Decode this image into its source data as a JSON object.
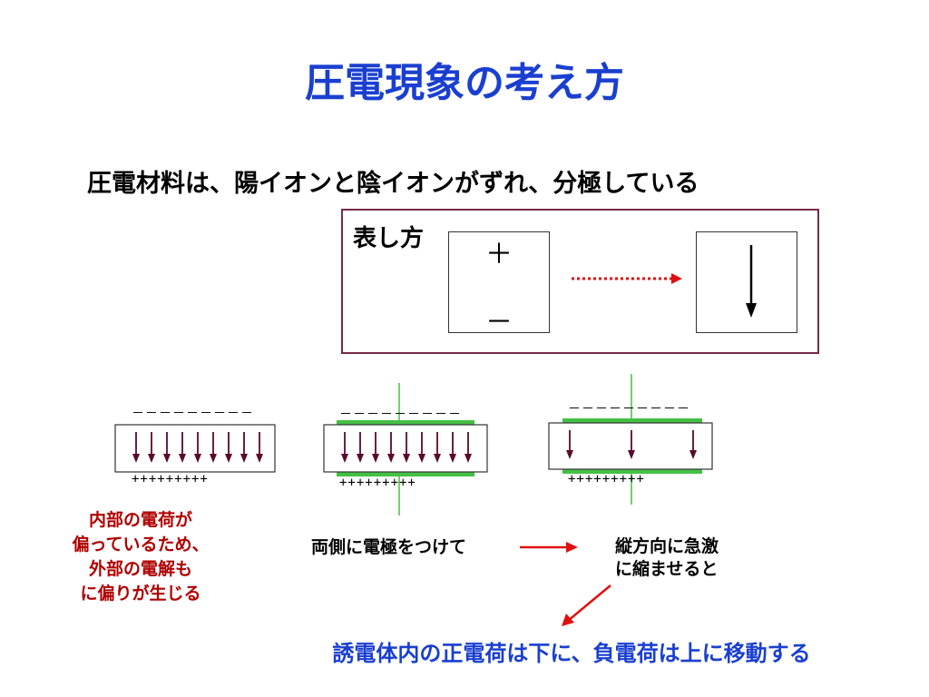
{
  "title": "圧電現象の考え方",
  "intro": "圧電材料は、陽イオンと陰イオンがずれ、分極している",
  "legend": {
    "label": "表し方",
    "plus": "＋",
    "minus": "－"
  },
  "states": {
    "a": {
      "top_signs": "－－－－－－－－－",
      "bottom_signs": "+++++++++"
    },
    "b": {
      "top_signs": "－－－－－－－－－",
      "bottom_signs": "+++++++++"
    },
    "c": {
      "top_signs": "－－－－－－－－－",
      "bottom_signs": "+++++++++"
    }
  },
  "notes": {
    "internal": [
      "内部の電荷が",
      "偏っているため、",
      "外部の電解も",
      "に偏りが生じる"
    ],
    "electrodes": "両側に電極をつけて",
    "compress": [
      "縦方向に急激",
      "に縮ませると"
    ],
    "result": "誘電体内の正電荷は下に、負電荷は上に移動する"
  },
  "colors": {
    "title": "#1a3fd0",
    "note_red": "#b00000",
    "electrode_green": "#44c044",
    "dipole_arrow": "#5a0a2a",
    "flow_arrow": "#e01010",
    "legend_border": "#7a2a4a"
  }
}
